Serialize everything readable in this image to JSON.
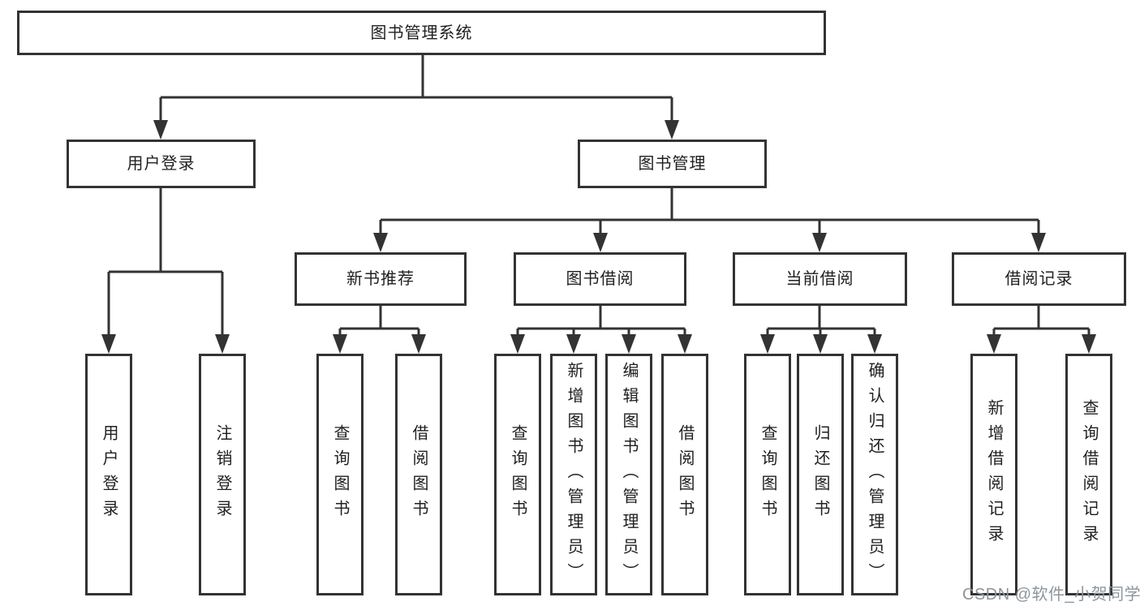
{
  "title": "图书管理系统",
  "tree": {
    "root": {
      "label": "图书管理系统"
    },
    "branches": [
      {
        "label": "用户登录",
        "children": [
          {
            "label": "用户登录"
          },
          {
            "label": "注销登录"
          }
        ]
      },
      {
        "label": "图书管理",
        "sections": [
          {
            "label": "新书推荐",
            "children": [
              {
                "label": "查询图书"
              },
              {
                "label": "借阅图书"
              }
            ]
          },
          {
            "label": "图书借阅",
            "children": [
              {
                "label": "查询图书"
              },
              {
                "label": "新增图书（管理员）"
              },
              {
                "label": "编辑图书（管理员）"
              },
              {
                "label": "借阅图书"
              }
            ]
          },
          {
            "label": "当前借阅",
            "children": [
              {
                "label": "查询图书"
              },
              {
                "label": "归还图书"
              },
              {
                "label": "确认归还（管理员）"
              }
            ]
          },
          {
            "label": "借阅记录",
            "children": [
              {
                "label": "新增借阅记录"
              },
              {
                "label": "查询借阅记录"
              }
            ]
          }
        ]
      }
    ]
  },
  "watermark": {
    "text": "CSDN @软件_小贺同学"
  },
  "colors": {
    "line": "#333333",
    "box_border": "#333333",
    "text": "#1f1f1f",
    "background": "#ffffff",
    "watermark": "#8e959b"
  }
}
